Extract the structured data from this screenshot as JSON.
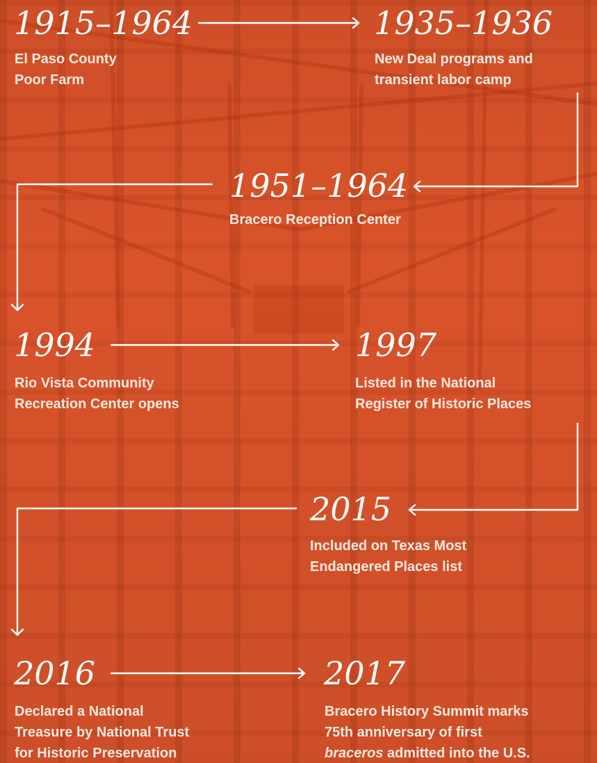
{
  "events": [
    {
      "year": "1915–1964",
      "lines": [
        "El Paso County",
        "Poor Farm"
      ]
    },
    {
      "year": "1935–1936",
      "lines": [
        "New Deal programs and",
        "transient labor camp"
      ]
    },
    {
      "year": "1951–1964",
      "lines": [
        "Bracero Reception Center"
      ]
    },
    {
      "year": "1994",
      "lines": [
        "Rio Vista Community",
        "Recreation Center opens"
      ]
    },
    {
      "year": "1997",
      "lines": [
        "Listed in the National",
        "Register of Historic Places"
      ]
    },
    {
      "year": "2015",
      "lines": [
        "Included on Texas Most",
        "Endangered Places list"
      ]
    },
    {
      "year": "2016",
      "lines": [
        "Declared a National",
        "Treasure by National Trust",
        "for Historic Preservation"
      ]
    },
    {
      "year": "2017",
      "lines": [
        "Bracero History Summit marks",
        "75th anniversary of first"
      ],
      "last_line_italic": "braceros",
      "last_line_rest": " admitted into the U.S."
    }
  ],
  "colors": {
    "background": "#d9532a",
    "text": "#ffffff",
    "connector": "#ffffff"
  }
}
